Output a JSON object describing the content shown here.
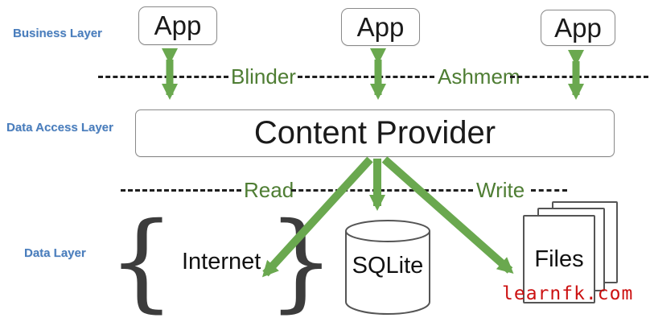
{
  "colors": {
    "arrow_green": "#6aa84f",
    "green_text": "#4e7d33",
    "label_blue": "#4a7ebd",
    "line_dark": "#1f1f1f",
    "box_border": "#8a8a8a",
    "shape_stroke": "#555555",
    "watermark_red": "#cc1111"
  },
  "layer_labels": {
    "business": "Business Layer",
    "data_access": "Data Access Layer",
    "data": "Data Layer"
  },
  "apps": [
    {
      "label": "App"
    },
    {
      "label": "App"
    },
    {
      "label": "App"
    }
  ],
  "ipc_line": {
    "blinder": "Blinder",
    "ashmem": "Ashmem"
  },
  "content_provider": {
    "label": "Content Provider"
  },
  "rw_line": {
    "read": "Read",
    "write": "Write"
  },
  "data_sources": {
    "internet": {
      "label": "Internet"
    },
    "sqlite": {
      "label": "SQLite"
    },
    "files": {
      "label": "Files"
    }
  },
  "watermark": {
    "text": "learnfk.com"
  }
}
